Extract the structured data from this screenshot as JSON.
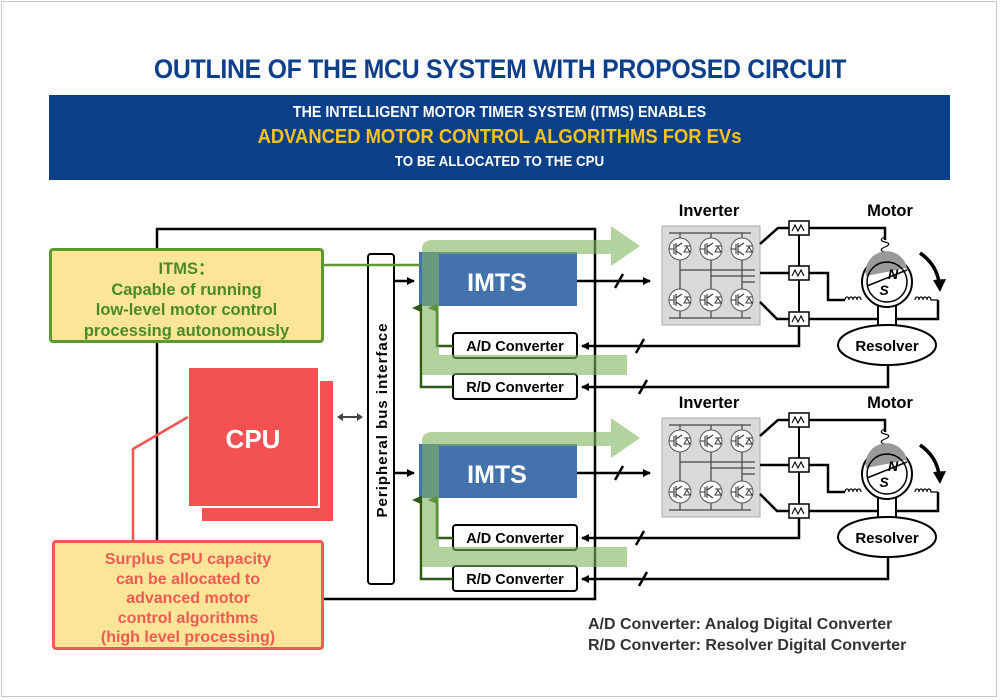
{
  "title": "OUTLINE OF THE MCU SYSTEM WITH PROPOSED CIRCUIT",
  "banner": {
    "line1": "THE INTELLIGENT MOTOR TIMER SYSTEM (ITMS) ENABLES",
    "line2": "ADVANCED MOTOR CONTROL ALGORITHMS FOR EVs",
    "line3": "TO BE ALLOCATED TO THE CPU"
  },
  "notes": {
    "itms": [
      "ITMS：",
      "Capable of running",
      "low-level motor control",
      "processing autonomously"
    ],
    "cpu": [
      "Surplus CPU capacity",
      "can be allocated to",
      "advanced motor",
      "control algorithms",
      "(high level processing)"
    ]
  },
  "mcu": {
    "cpu_label": "CPU",
    "bus_label": "Peripheral bus interface",
    "channels": [
      {
        "imts_label": "IMTS",
        "ad_label": "A/D Converter",
        "rd_label": "R/D Converter",
        "inverter_label": "Inverter",
        "motor_label": "Motor",
        "resolver_label": "Resolver",
        "pole_n": "N",
        "pole_s": "S"
      },
      {
        "imts_label": "IMTS",
        "ad_label": "A/D Converter",
        "rd_label": "R/D Converter",
        "inverter_label": "Inverter",
        "motor_label": "Motor",
        "resolver_label": "Resolver",
        "pole_n": "N",
        "pole_s": "S"
      }
    ]
  },
  "legend": [
    "A/D Converter: Analog Digital Converter",
    "R/D Converter: Resolver Digital Converter"
  ],
  "colors": {
    "title_blue": "#0d3f8c",
    "banner_bg": "#0a3f8a",
    "banner_highlight": "#f7c21a",
    "imts_blue": "#4472ad",
    "cpu_red": "#f45252",
    "note_fill": "#fde597",
    "note_green": "#5b9a2d",
    "flow_green": "#9cc67a"
  }
}
